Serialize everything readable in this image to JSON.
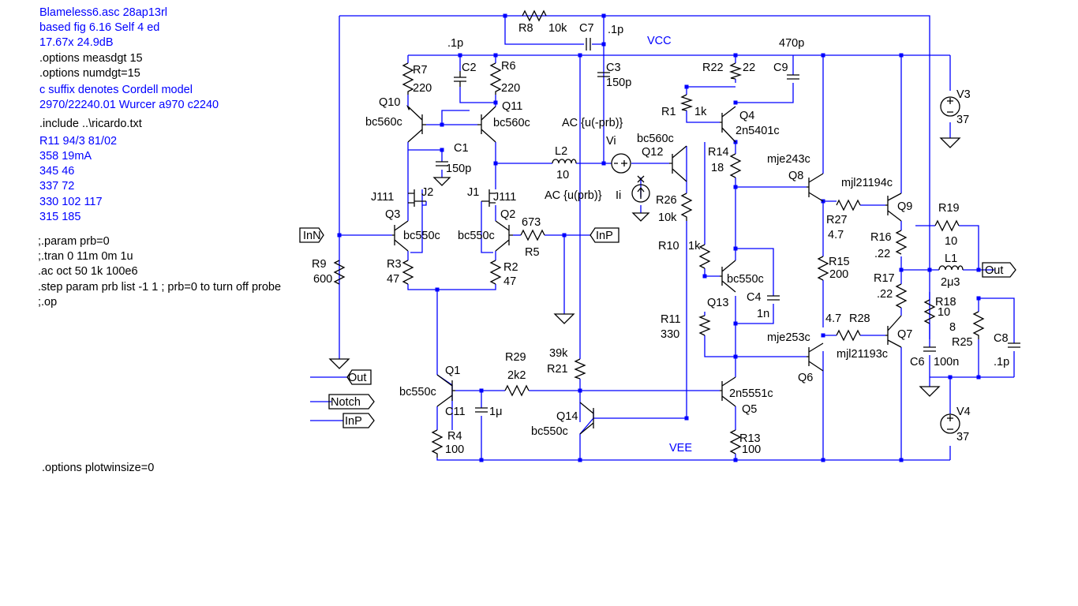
{
  "directives_blue": [
    "Blameless6.asc  28ap13rl",
    "based fig 6.16 Self 4 ed",
    "17.67x 24.9dB"
  ],
  "directives_black": [
    ".options measdgt 15",
    ".options numdgt=15"
  ],
  "notes_blue": [
    "c suffix denotes Cordell model",
    "2970/22240.01 Wurcer a970 c2240"
  ],
  "include": ".include ..\\ricardo.txt",
  "r11_table": [
    "R11 94/3 81/02",
    "358  19mA",
    "345  46",
    "337  72",
    "330  102  117",
    "315  185"
  ],
  "sim_directives": [
    ";.param prb=0",
    ";.tran 0 11m 0m 1u",
    ".ac oct 50 1k 100e6",
    ".step param prb list -1 1 ; prb=0 to turn off probe",
    ";.op"
  ],
  "plot_option": ".options plotwinsize=0",
  "nets": {
    "vcc": "VCC",
    "vee": "VEE"
  },
  "ports": {
    "inn": "InN",
    "inp": "InP",
    "out": "Out",
    "notch": "Notch"
  },
  "parts": {
    "R1": {
      "ref": "R1",
      "val": "1k"
    },
    "R2": {
      "ref": "R2",
      "val": "47"
    },
    "R3": {
      "ref": "R3",
      "val": "47"
    },
    "R4": {
      "ref": "R4",
      "val": "100"
    },
    "R5": {
      "ref": "R5",
      "val": "673"
    },
    "R6": {
      "ref": "R6",
      "val": "220"
    },
    "R7": {
      "ref": "R7",
      "val": "220"
    },
    "R8": {
      "ref": "R8",
      "val": "10k"
    },
    "R9": {
      "ref": "R9",
      "val": "600"
    },
    "R10": {
      "ref": "R10",
      "val": "1k"
    },
    "R11": {
      "ref": "R11",
      "val": "330"
    },
    "R13": {
      "ref": "R13",
      "val": "100"
    },
    "R14": {
      "ref": "R14",
      "val": "18"
    },
    "R15": {
      "ref": "R15",
      "val": "200"
    },
    "R16": {
      "ref": "R16",
      "val": ".22"
    },
    "R17": {
      "ref": "R17",
      "val": ".22"
    },
    "R18": {
      "ref": "R18",
      "val": "10"
    },
    "R19": {
      "ref": "R19",
      "val": "10"
    },
    "R21": {
      "ref": "R21",
      "val": "39k"
    },
    "R22": {
      "ref": "R22",
      "val": "22"
    },
    "R25": {
      "ref": "R25",
      "val": "8"
    },
    "R26": {
      "ref": "R26",
      "val": "10k"
    },
    "R27": {
      "ref": "R27",
      "val": "4.7"
    },
    "R28": {
      "ref": "R28",
      "val": "4.7"
    },
    "R29": {
      "ref": "R29",
      "val": "2k2"
    },
    "C1": {
      "ref": "C1",
      "val": "150p"
    },
    "C2": {
      "ref": "C2",
      "val": ".1p"
    },
    "C3": {
      "ref": "C3",
      "val": "150p"
    },
    "C4": {
      "ref": "C4",
      "val": "1n"
    },
    "C6": {
      "ref": "C6",
      "val": "100n"
    },
    "C7": {
      "ref": "C7",
      "val": ".1p"
    },
    "C8": {
      "ref": "C8",
      "val": ".1p"
    },
    "C9": {
      "ref": "C9",
      "val": "470p"
    },
    "C11": {
      "ref": "C11",
      "val": "1μ"
    },
    "L1": {
      "ref": "L1",
      "val": "2μ3"
    },
    "L2": {
      "ref": "L2",
      "val": "10"
    },
    "V3": {
      "ref": "V3",
      "val": "37"
    },
    "V4": {
      "ref": "V4",
      "val": "37"
    },
    "Q1": {
      "ref": "Q1",
      "val": "bc550c"
    },
    "Q2": {
      "ref": "Q2",
      "val": "bc550c"
    },
    "Q3": {
      "ref": "Q3",
      "val": "bc550c"
    },
    "Q4": {
      "ref": "Q4",
      "val": "2n5401c"
    },
    "Q5": {
      "ref": "Q5",
      "val": "2n5551c"
    },
    "Q6": {
      "ref": "Q6",
      "val": "mje253c"
    },
    "Q7": {
      "ref": "Q7",
      "val": "mjl21193c"
    },
    "Q8": {
      "ref": "Q8",
      "val": "mje243c"
    },
    "Q9": {
      "ref": "Q9",
      "val": "mjl21194c"
    },
    "Q10": {
      "ref": "Q10",
      "val": "bc560c"
    },
    "Q11": {
      "ref": "Q11",
      "val": "bc560c"
    },
    "Q12": {
      "ref": "Q12",
      "val": "bc560c"
    },
    "Q13": {
      "ref": "Q13",
      "val": "bc550c"
    },
    "Q14": {
      "ref": "Q14",
      "val": "bc550c"
    },
    "J1": {
      "ref": "J1",
      "val": "J111"
    },
    "J2": {
      "ref": "J2",
      "val": "J111"
    },
    "Vi": {
      "ref": "Vi",
      "val": "AC {u(-prb)}"
    },
    "Ii": {
      "ref": "Ii",
      "val": "AC {u(prb)}"
    }
  }
}
